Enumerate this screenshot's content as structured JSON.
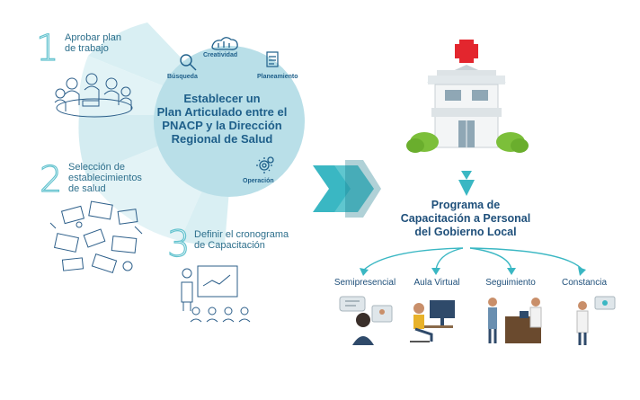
{
  "steps": [
    {
      "num": "1",
      "label_line1": "Aprobar  plan",
      "label_line2": "de trabajo"
    },
    {
      "num": "2",
      "label_line1": "Selección de",
      "label_line2": "establecimientos",
      "label_line3": "de salud"
    },
    {
      "num": "3",
      "label_line1": "Definir el cronograma",
      "label_line2": "de Capacitación"
    }
  ],
  "hub": {
    "title_line1": "Establecer un",
    "title_line2": "Plan Articulado entre el",
    "title_line3": "PNACP y la Dirección",
    "title_line4": "Regional de Salud",
    "icons": {
      "creatividad": "Creatividad",
      "busqueda": "Búsqueda",
      "planeamiento": "Planeamiento",
      "operacion": "Operación"
    }
  },
  "program": {
    "title_line1": "Programa de",
    "title_line2": "Capacitación a Personal",
    "title_line3": "del Gobierno Local",
    "modalities": [
      "Semipresencial",
      "Aula Virtual",
      "Seguimiento",
      "Constancia"
    ]
  },
  "colors": {
    "teal_light": "#d6eef2",
    "teal_hub": "#b5dde6",
    "teal_accent": "#3ab7c3",
    "navy": "#1e5f8a",
    "red_cross": "#e3262e",
    "bush_green": "#7cbf3a"
  }
}
